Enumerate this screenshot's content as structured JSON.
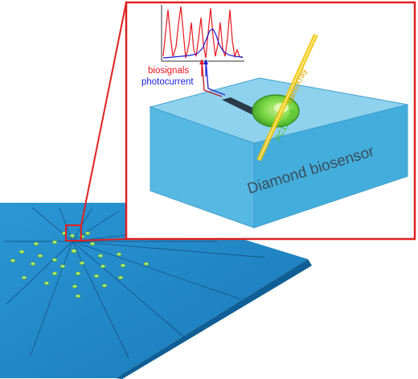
{
  "labels": {
    "biosignals": "biosignals",
    "photocurrent": "photocurrent",
    "nanoxray": "nanoXray",
    "cell": "PC12 cell",
    "biosensor": "Diamond biosensor"
  },
  "colors": {
    "zoom_frame": "#e02020",
    "biosignals": "#e8161e",
    "photocurrent": "#1a1adc",
    "cell": "#3fbf20",
    "beam": "#f2c200",
    "diamond_top": "#8ad0ec",
    "diamond_front": "#4eb2dc",
    "substrate": "#1b86c6"
  },
  "icons": {
    "cell": "pc12-cell-icon",
    "beam": "nanoxray-beam-icon",
    "chip": "diamond-chip-icon",
    "electrodes": "microelectrode-dot-icon"
  }
}
